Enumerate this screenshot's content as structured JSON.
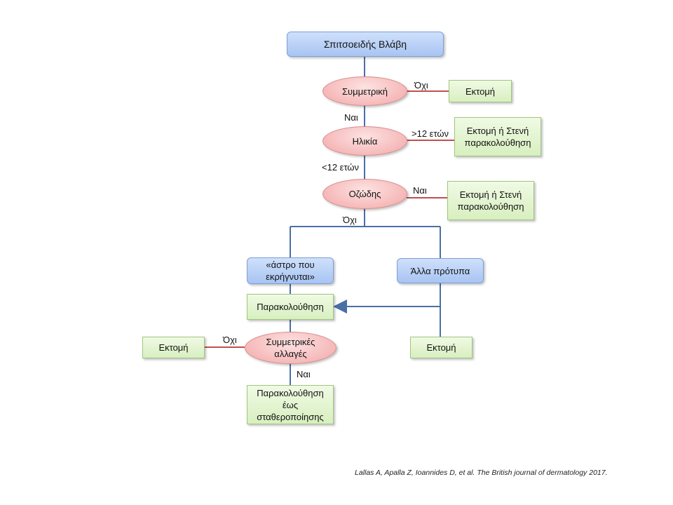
{
  "nodes": {
    "start": "Σπιτσοειδής Βλάβη",
    "symmetric": "Συμμετρική",
    "excision1": "Εκτομή",
    "age": "Ηλικία",
    "excision_or_followup1": "Εκτομή ή Στενή παρακολούθηση",
    "nodular": "Οζώδης",
    "excision_or_followup2": "Εκτομή ή Στενή παρακολούθηση",
    "starburst": "«άστρο που εκρήγνυται»",
    "other_patterns": "Άλλα πρότυπα",
    "followup": "Παρακολούθηση",
    "symmetric_changes": "Συμμετρικές αλλαγές",
    "excision_left": "Εκτομή",
    "excision_right": "Εκτομή",
    "followup_until_stable": "Παρακολούθηση έως σταθεροποίησης"
  },
  "labels": {
    "no1": "Όχι",
    "yes1": "Ναι",
    "over12": ">12 ετών",
    "under12": "<12 ετών",
    "yes2": "Ναι",
    "no2": "Όχι",
    "no3": "Όχι",
    "yes3": "Ναι"
  },
  "colors": {
    "connector_blue": "#4a6fa5",
    "connector_red": "#c0504d"
  },
  "citation": "Lallas A, Apalla Z, Ioannides D, et al. The British  journal of dermatology 2017."
}
